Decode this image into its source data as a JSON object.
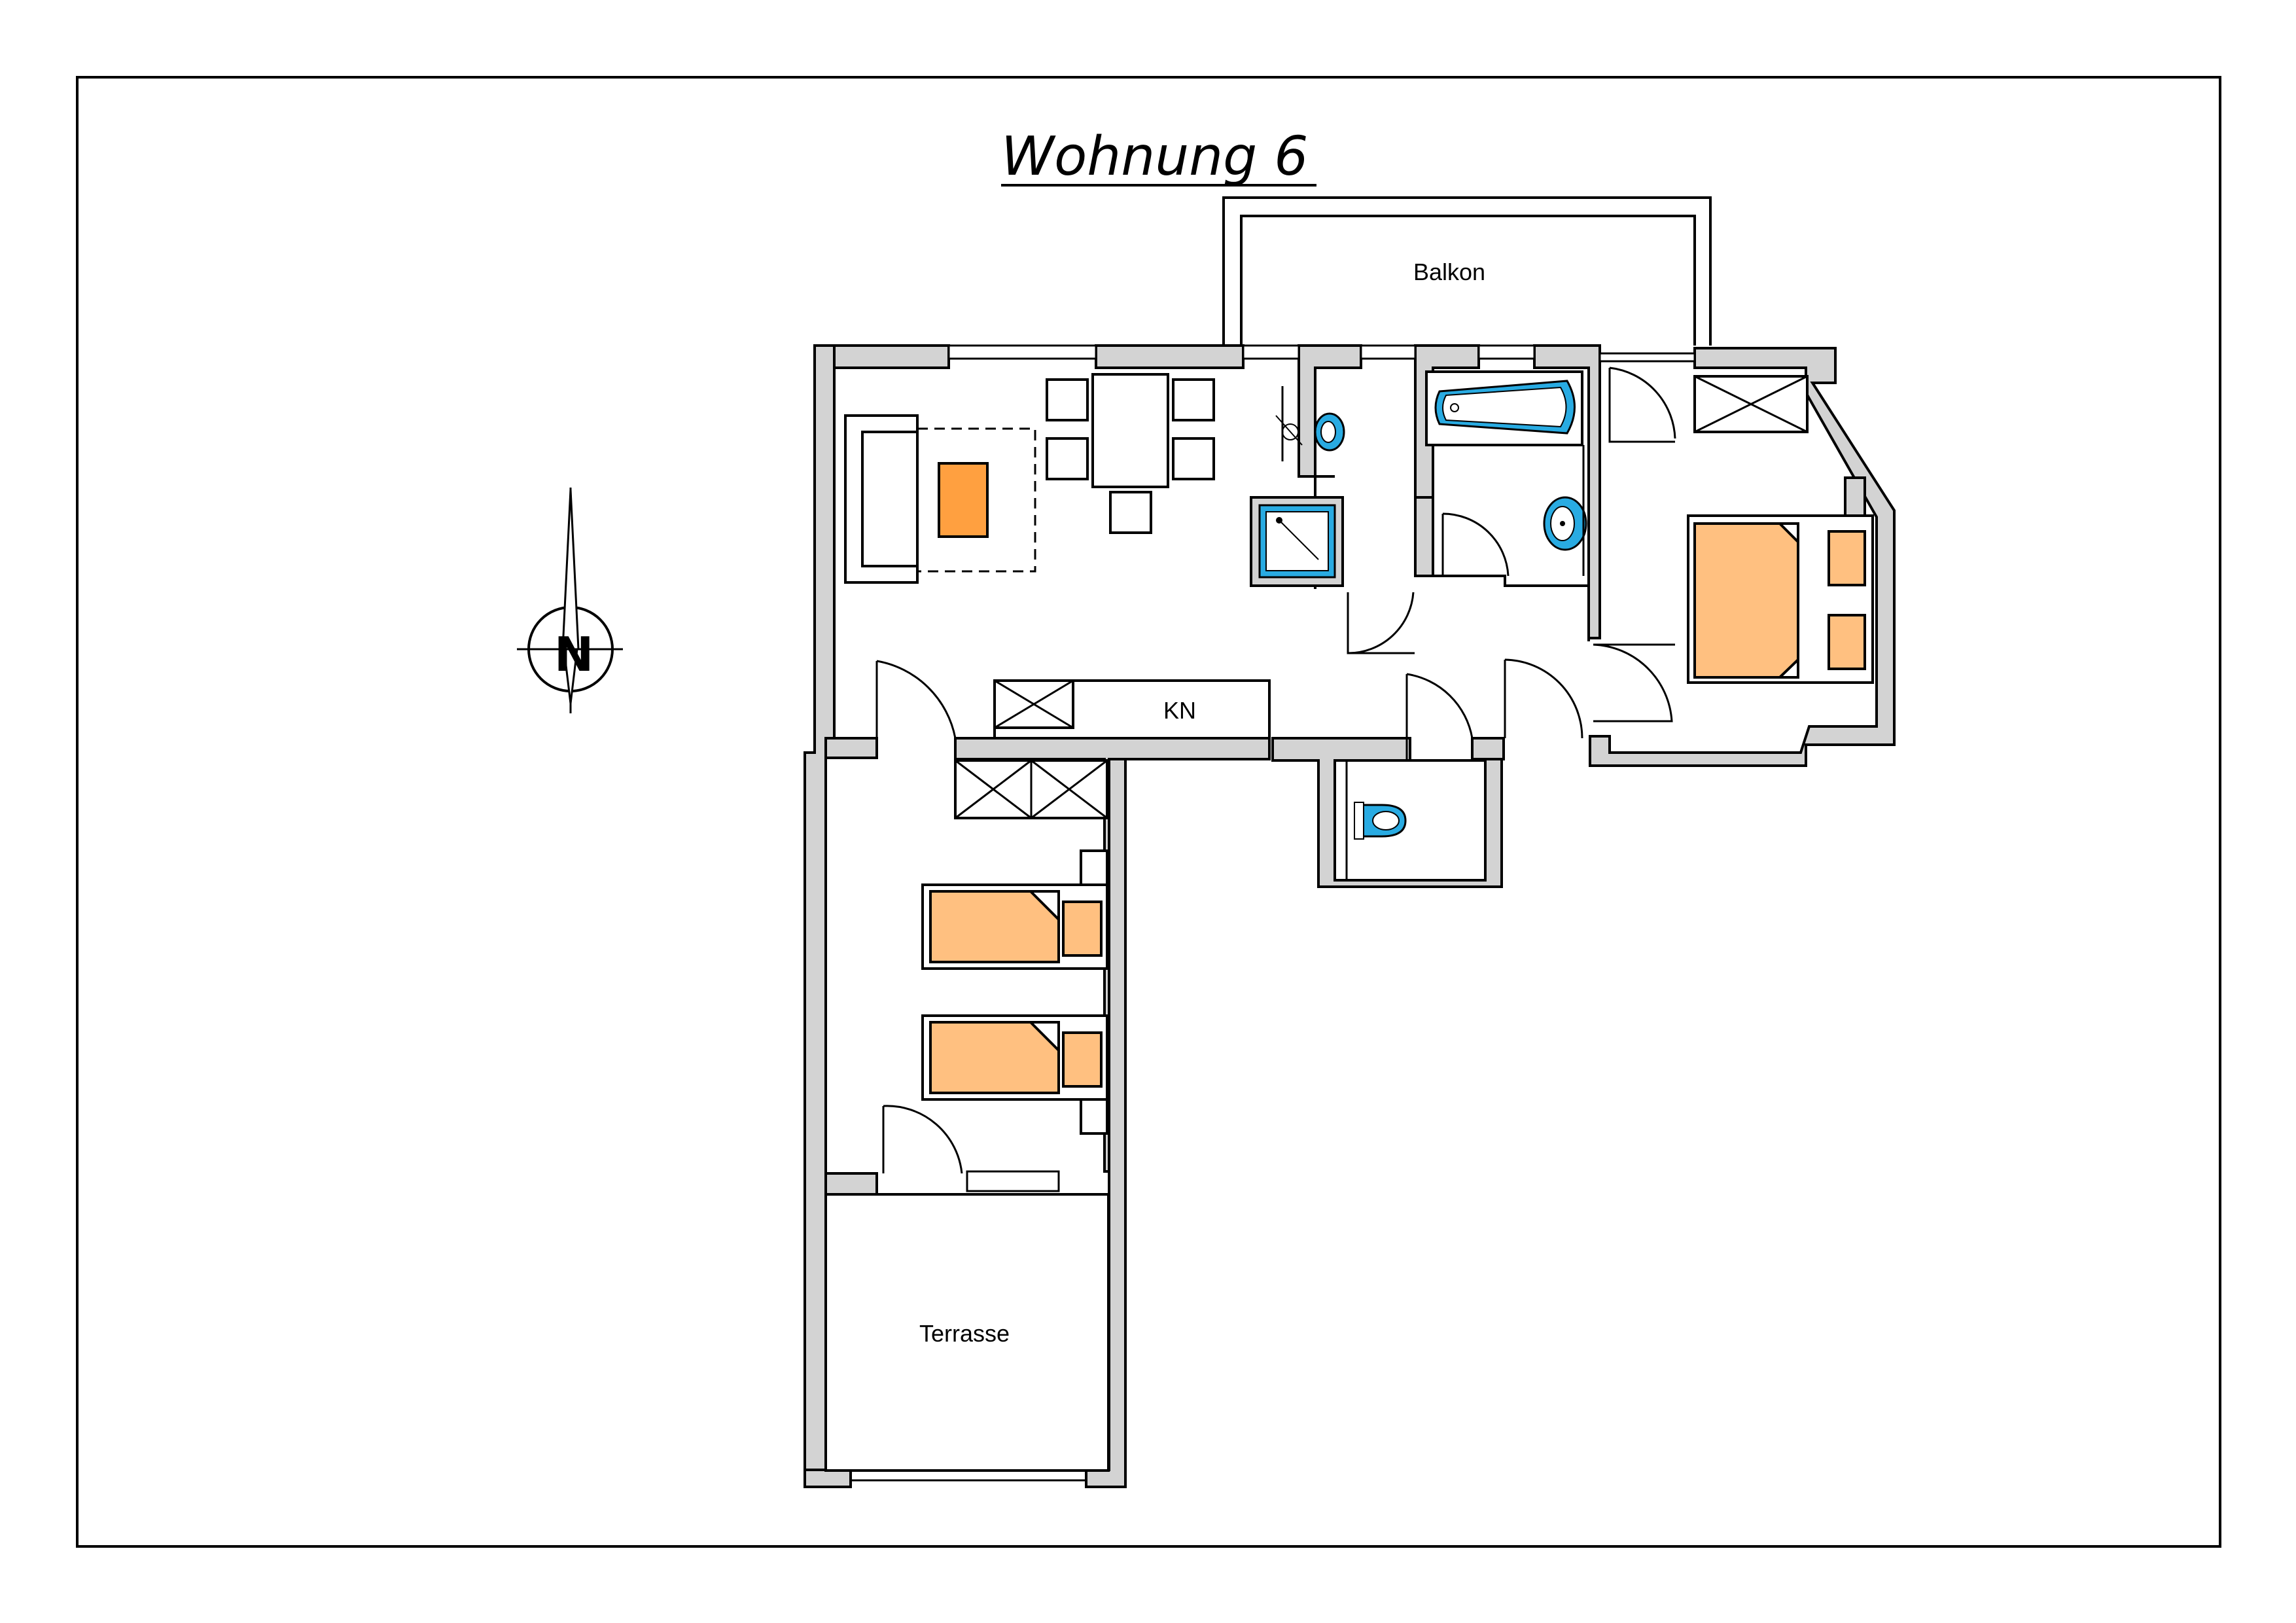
{
  "title": "Wohnung 6",
  "rooms": {
    "balcony": "Balkon",
    "kitchen_niche": "KN",
    "terrace": "Terrasse"
  },
  "compass": {
    "letter": "N"
  },
  "colors": {
    "wall": "#d3d3d3",
    "bed": "#ffc080",
    "table": "#ffa040",
    "sanitary": "#29abe2"
  },
  "icons": [
    "compass-icon",
    "bed-icon",
    "bathtub-icon",
    "toilet-icon",
    "sink-icon",
    "shower-icon"
  ]
}
